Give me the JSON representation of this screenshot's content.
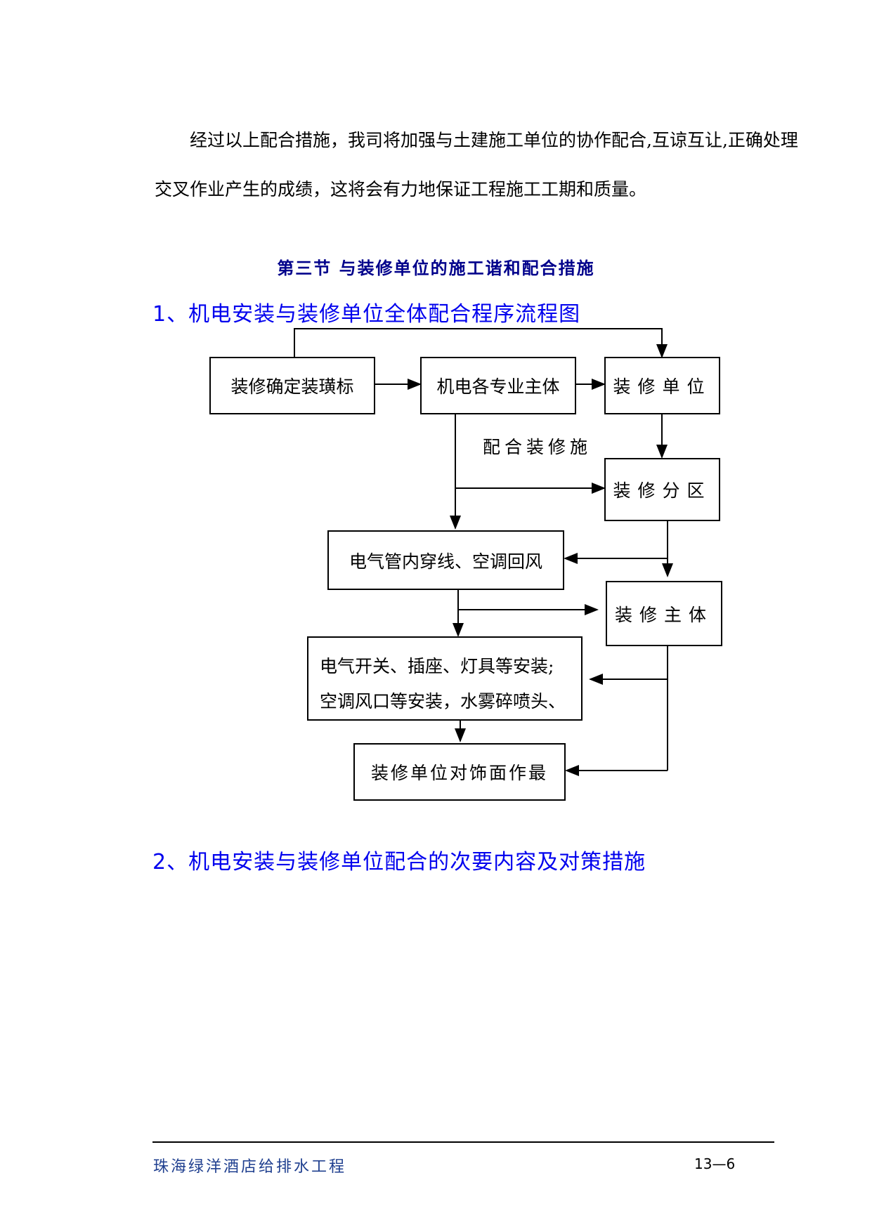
{
  "body": {
    "paragraph": "经过以上配合措施，我司将加强与土建施工单位的协作配合,互谅互让,正确处理交叉作业产生的成绩，这将会有力地保证工程施工工期和质量。"
  },
  "section_title": "第三节  与装修单位的施工谐和配合措施",
  "headings": {
    "h1": "1、机电安装与装修单位全体配合程序流程图",
    "h2": "2、机电安装与装修单位配合的次要内容及对策措施"
  },
  "flow": {
    "box_decor_standard": "装修确定装璜标",
    "box_mep_main": "机电各专业主体",
    "box_decor_unit": "装修单位",
    "note_coop": "配合装修施",
    "box_decor_zone": "装修分区",
    "box_wiring": "电气管内穿线、空调回风",
    "box_decor_main": "装修主体",
    "box_install_line1": "电气开关、插座、灯具等安装;",
    "box_install_line2": "空调风口等安装，水雾碎喷头、",
    "box_final": "装修单位对饰面作最"
  },
  "footer": {
    "project": "珠海绿洋酒店给排水工程",
    "page": "13—6"
  }
}
